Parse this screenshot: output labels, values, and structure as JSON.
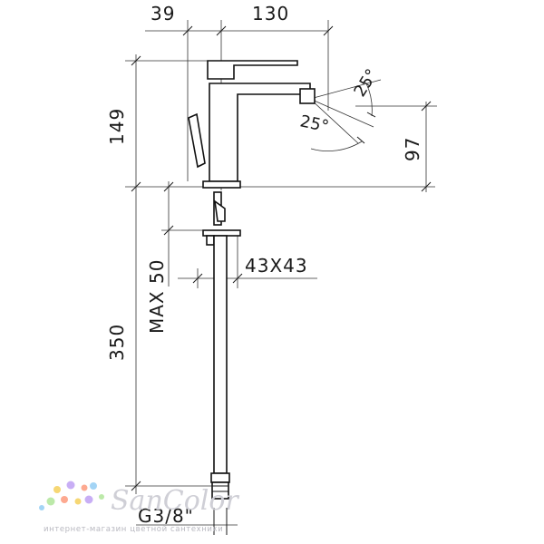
{
  "dimensions": {
    "spout_offset": "39",
    "reach": "130",
    "height_total": "149",
    "spout_height": "97",
    "angle_up": "25°",
    "angle_down": "25°",
    "hole_size": "43X43",
    "max_thickness": "MAX 50",
    "hose_length": "350",
    "connection": "G3/8\""
  },
  "watermark": {
    "brand": "SanColor",
    "tagline": "интернет-магазин цветной сантехники"
  },
  "colors": {
    "line": "#111111",
    "watermark_dots": [
      "#f6d365",
      "#fda085",
      "#c3a6f5",
      "#9ad0f5",
      "#b5e7a0"
    ]
  }
}
